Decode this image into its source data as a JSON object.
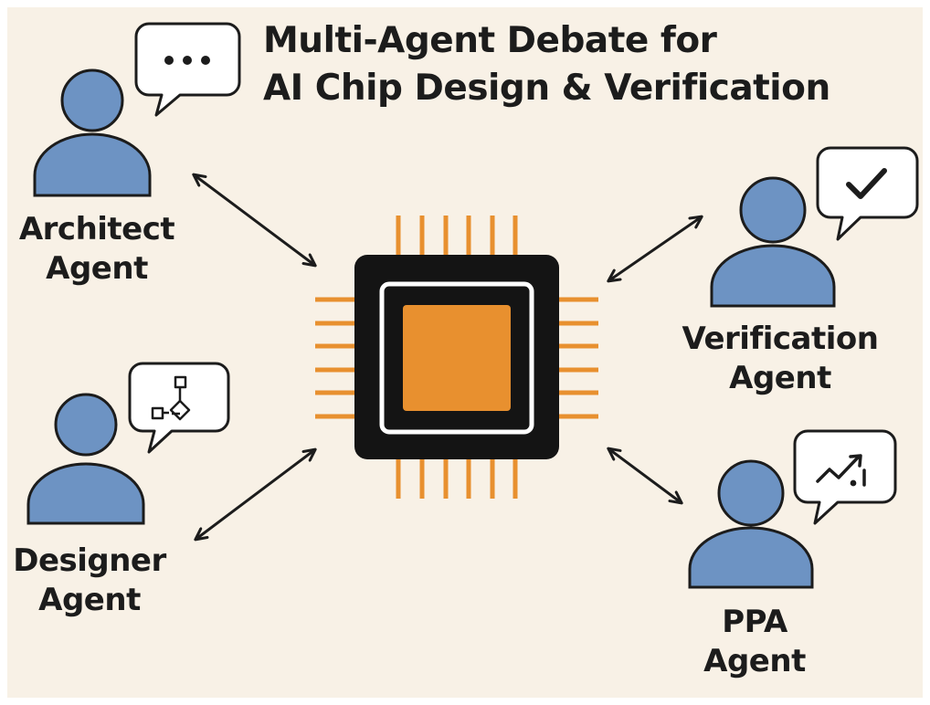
{
  "title": {
    "line1": "Multi-Agent Debate for",
    "line2": "AI Chip Design & Verification"
  },
  "agents": [
    {
      "line1": "Architect",
      "line2": "Agent",
      "bubble_icon": "ellipsis-icon"
    },
    {
      "line1": "Designer",
      "line2": "Agent",
      "bubble_icon": "flowchart-icon"
    },
    {
      "line1": "Verification",
      "line2": "Agent",
      "bubble_icon": "checkmark-icon"
    },
    {
      "line1": "PPA",
      "line2": "Agent",
      "bubble_icon": "trend-chart-icon"
    }
  ],
  "center": {
    "icon": "ai-chip-icon"
  },
  "colors": {
    "background": "#f8f1e6",
    "agent_blue": "#6d93c3",
    "chip_orange": "#e8902f",
    "chip_dark": "#141414",
    "ink": "#1c1c1c"
  }
}
